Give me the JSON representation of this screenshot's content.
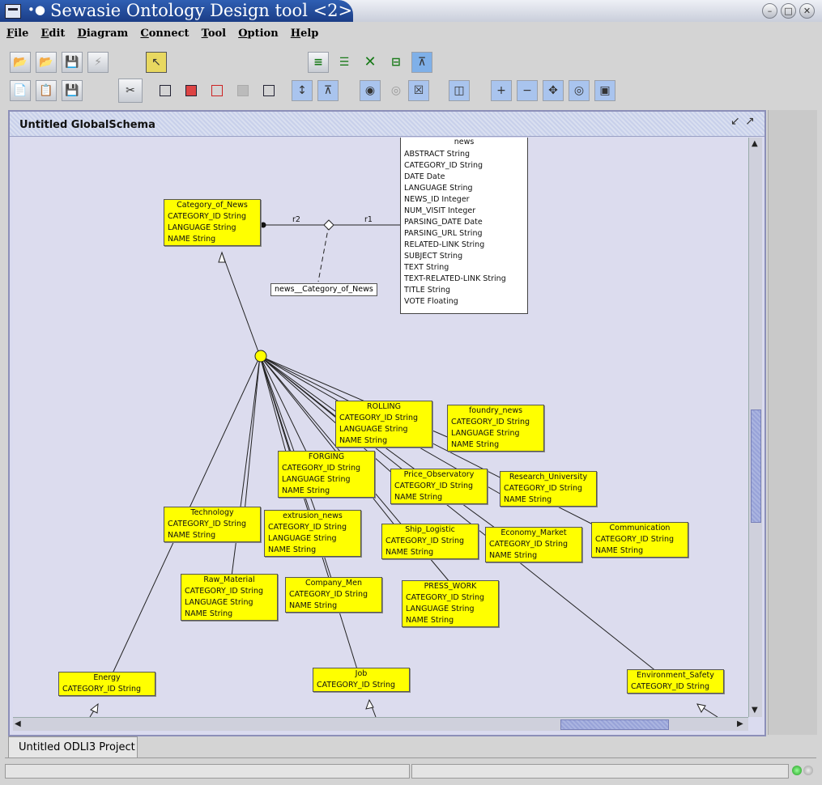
{
  "app": {
    "title": "Sewasie Ontology Design tool <2>"
  },
  "menu": [
    "File",
    "Edit",
    "Diagram",
    "Connect",
    "Tool",
    "Option",
    "Help"
  ],
  "internal_frame": {
    "title": "Untitled GlobalSchema"
  },
  "project_tab": "Untitled ODLI3 Project",
  "news": {
    "name": "news",
    "attributes": [
      "ABSTRACT String",
      "CATEGORY_ID String",
      "DATE Date",
      "LANGUAGE String",
      "NEWS_ID Integer",
      "NUM_VISIT Integer",
      "PARSING_DATE Date",
      "PARSING_URL String",
      "RELATED-LINK String",
      "SUBJECT String",
      "TEXT String",
      "TEXT-RELATED-LINK String",
      "TITLE String",
      "VOTE Floating"
    ]
  },
  "association": {
    "name": "news__Category_of_News",
    "role1": "r1",
    "role2": "r2"
  },
  "classes": [
    {
      "name": "Category_of_News",
      "attributes": [
        "CATEGORY_ID String",
        "LANGUAGE String",
        "NAME String"
      ]
    },
    {
      "name": "ROLLING",
      "attributes": [
        "CATEGORY_ID String",
        "LANGUAGE String",
        "NAME String"
      ]
    },
    {
      "name": "foundry_news",
      "attributes": [
        "CATEGORY_ID String",
        "LANGUAGE String",
        "NAME String"
      ]
    },
    {
      "name": "FORGING",
      "attributes": [
        "CATEGORY_ID String",
        "LANGUAGE String",
        "NAME String"
      ]
    },
    {
      "name": "Price_Observatory",
      "attributes": [
        "CATEGORY_ID String",
        "NAME String"
      ]
    },
    {
      "name": "Research_University",
      "attributes": [
        "CATEGORY_ID String",
        "NAME String"
      ]
    },
    {
      "name": "Technology",
      "attributes": [
        "CATEGORY_ID String",
        "NAME String"
      ]
    },
    {
      "name": "extrusion_news",
      "attributes": [
        "CATEGORY_ID String",
        "LANGUAGE String",
        "NAME String"
      ]
    },
    {
      "name": "Ship_Logistic",
      "attributes": [
        "CATEGORY_ID String",
        "NAME String"
      ]
    },
    {
      "name": "Economy_Market",
      "attributes": [
        "CATEGORY_ID String",
        "NAME String"
      ]
    },
    {
      "name": "Communication",
      "attributes": [
        "CATEGORY_ID String",
        "NAME String"
      ]
    },
    {
      "name": "Raw_Material",
      "attributes": [
        "CATEGORY_ID String",
        "LANGUAGE String",
        "NAME String"
      ]
    },
    {
      "name": "Company_Men",
      "attributes": [
        "CATEGORY_ID String",
        "NAME String"
      ]
    },
    {
      "name": "PRESS_WORK",
      "attributes": [
        "CATEGORY_ID String",
        "LANGUAGE String",
        "NAME String"
      ]
    },
    {
      "name": "Energy",
      "attributes": [
        "CATEGORY_ID String"
      ]
    },
    {
      "name": "Job",
      "attributes": [
        "CATEGORY_ID String"
      ]
    },
    {
      "name": "Environment_Safety",
      "attributes": [
        "CATEGORY_ID String"
      ]
    }
  ]
}
